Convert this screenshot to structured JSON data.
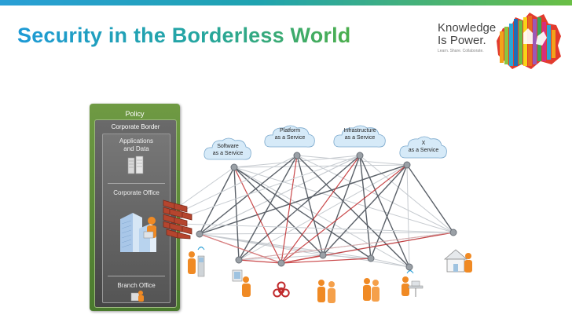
{
  "slide": {
    "title": "Security in the Borderless World"
  },
  "logo": {
    "line1": "Knowledge",
    "line2": "Is Power.",
    "tagline": "Learn. Share. Collaborate."
  },
  "policy_panel": {
    "policy_label": "Policy",
    "corporate_border_label": "Corporate Border",
    "applications_line1": "Applications",
    "applications_line2": "and Data",
    "corporate_office_label": "Corporate Office",
    "branch_office_label": "Branch Office"
  },
  "clouds": {
    "software": {
      "line1": "Software",
      "line2": "as a Service"
    },
    "platform": {
      "line1": "Platform",
      "line2": "as a Service"
    },
    "infrastructure": {
      "line1": "Infrastructure",
      "line2": "as a Service"
    },
    "x": {
      "line1": "X",
      "line2": "as a Service"
    }
  },
  "colors": {
    "title_blue": "#1d9ad6",
    "policy_green": "#5a8a38",
    "firewall_red": "#b5452e",
    "threat_red": "#c0282a",
    "person_orange": "#f08a24",
    "cloud_blue": "#d6eaf8",
    "node_gray": "#9aa0a6"
  },
  "icons": [
    "building-icon",
    "server-icon",
    "brick-wall-icon",
    "cloud-icon",
    "person-icon",
    "biohazard-icon",
    "house-icon",
    "kiosk-icon",
    "tablet-icon",
    "laptop-icon"
  ]
}
